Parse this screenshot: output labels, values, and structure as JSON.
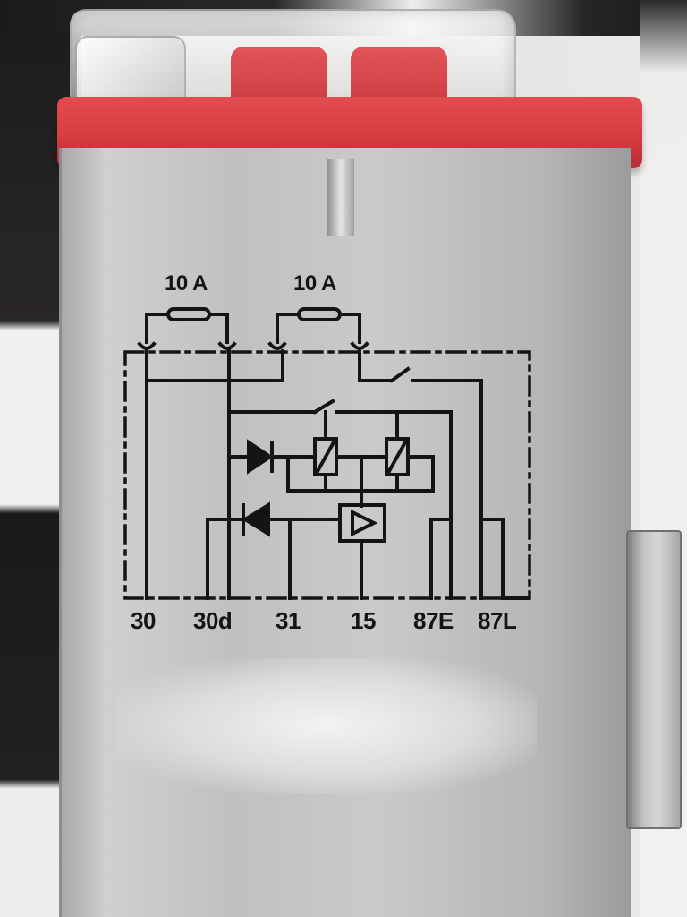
{
  "labels": {
    "fuse_ratings": [
      "10 A",
      "10 A"
    ],
    "pins": [
      "30",
      "30d",
      "31",
      "15",
      "87E",
      "87L"
    ]
  },
  "colors": {
    "housing_red": "#d83c42",
    "metal": "#c2c3c5",
    "ink": "#141414"
  }
}
